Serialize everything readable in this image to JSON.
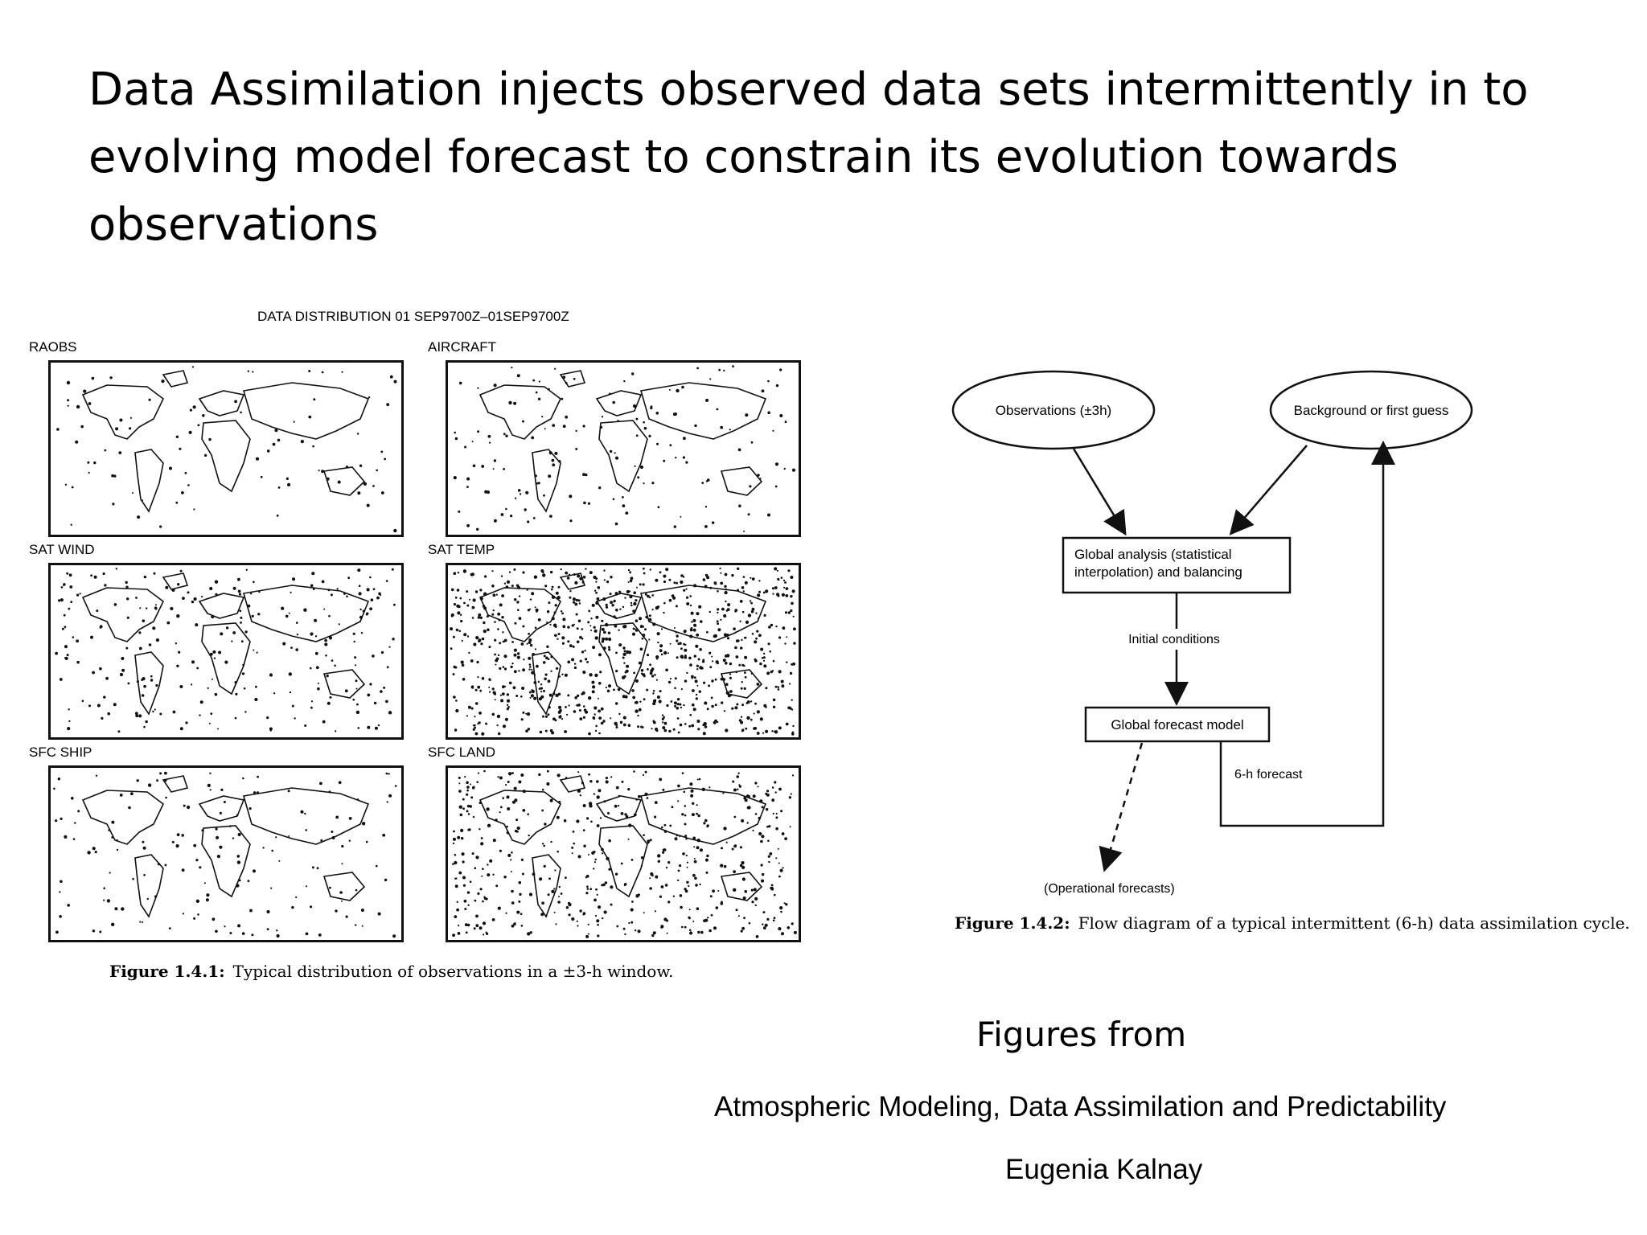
{
  "slide": {
    "title": "Data Assimilation injects observed data sets intermittently  in to evolving model forecast to constrain its evolution towards observations"
  },
  "figure_left": {
    "header": "DATA DISTRIBUTION 01 SEP9700Z–01SEP9700Z",
    "panels": [
      {
        "label": "RAOBS"
      },
      {
        "label": "AIRCRAFT"
      },
      {
        "label": "SAT WIND"
      },
      {
        "label": "SAT TEMP"
      },
      {
        "label": "SFC SHIP"
      },
      {
        "label": "SFC LAND"
      }
    ],
    "caption_number": "Figure 1.4.1:",
    "caption_text": "Typical distribution of observations in a ±3-h window."
  },
  "figure_right": {
    "nodes": {
      "observations": "Observations (±3h)",
      "background": "Background or first guess",
      "analysis_line1": "Global analysis (statistical",
      "analysis_line2": "interpolation) and balancing",
      "model": "Global forecast model",
      "operational": "(Operational forecasts)"
    },
    "edges": {
      "initial_conditions": "Initial conditions",
      "forecast_6h": "6-h forecast"
    },
    "caption_number": "Figure 1.4.2:",
    "caption_text": "Flow diagram of a typical intermittent (6-h) data assimilation cycle."
  },
  "credit": {
    "intro": "Figures from",
    "book": "Atmospheric Modeling, Data Assimilation and Predictability",
    "author": "Eugenia Kalnay"
  }
}
